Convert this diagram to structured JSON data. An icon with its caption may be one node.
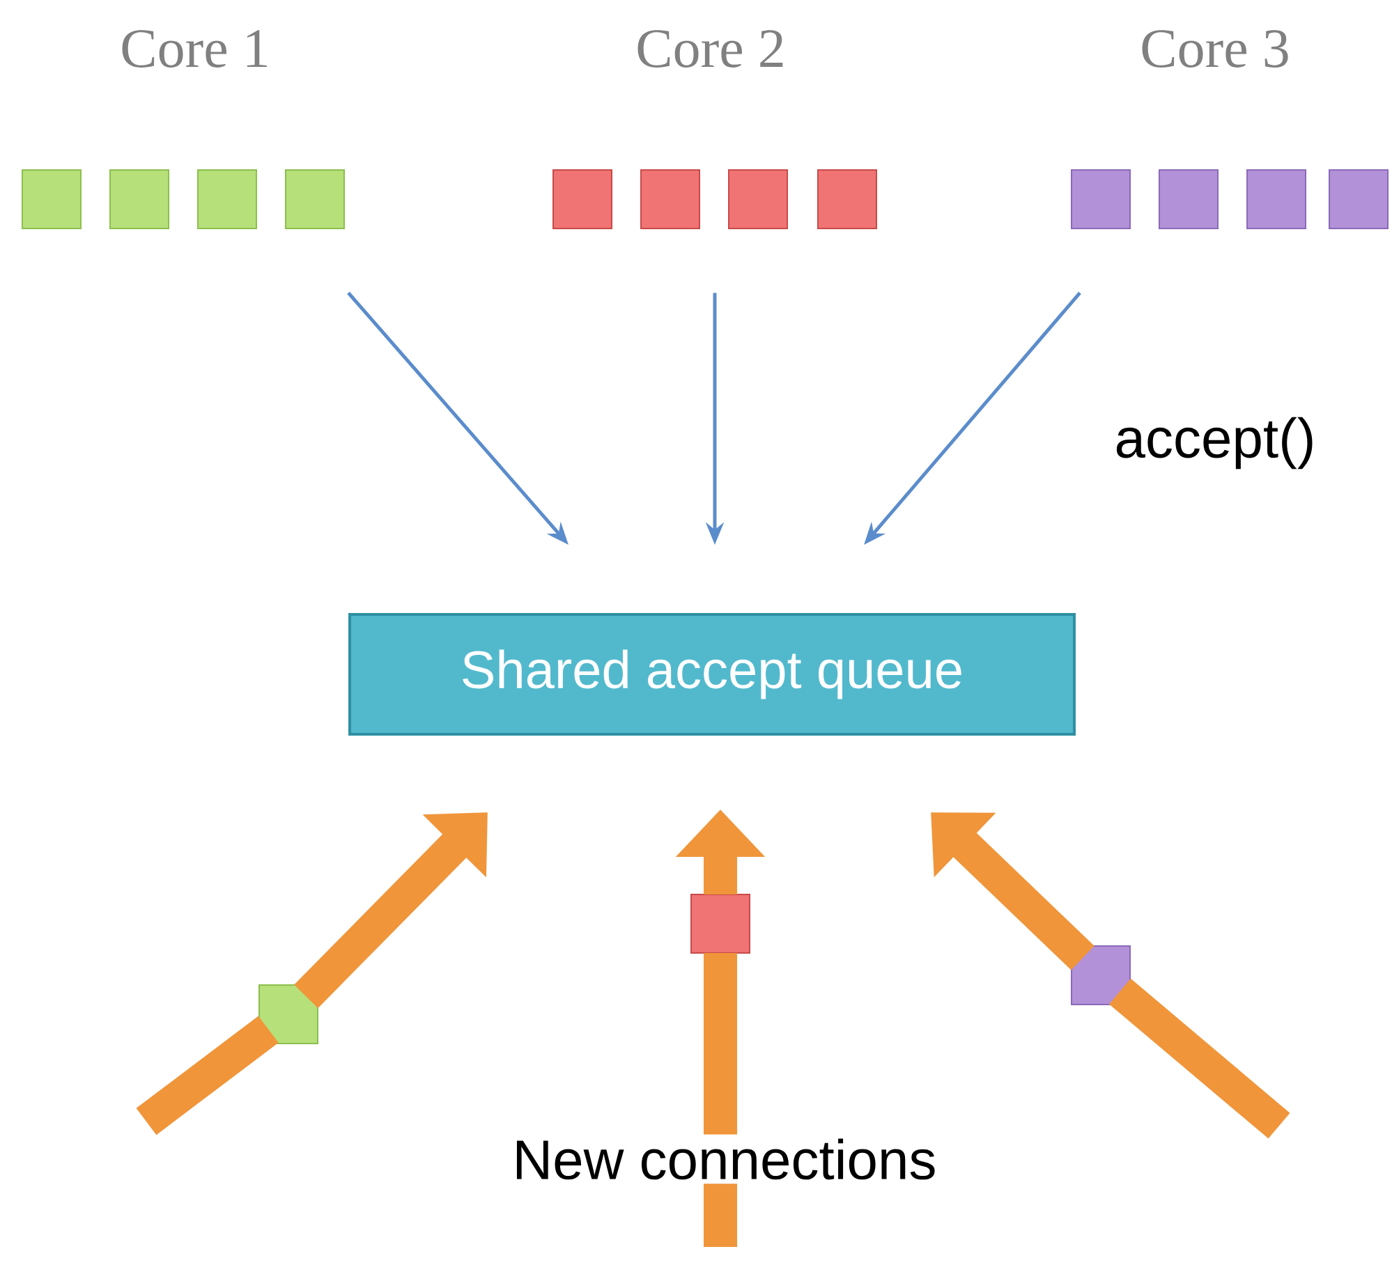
{
  "diagram": {
    "nodes": [
      {
        "text": [
          "Core 1"
        ]
      },
      {
        "text": [
          "Core 2"
        ]
      },
      {
        "text": [
          "Core 3"
        ]
      },
      {
        "text": [
          "Shared accept queue"
        ]
      },
      {
        "text": [],
        "shape": "box"
      },
      {
        "text": [],
        "shape": "box"
      },
      {
        "text": [],
        "shape": "box"
      }
    ],
    "edges": [
      {
        "from": 0,
        "to": 3,
        "arrow": "to"
      },
      {
        "from": 1,
        "to": 3,
        "arrow": "to"
      },
      {
        "from": 2,
        "to": 3,
        "arrow": "to"
      },
      {
        "from": null,
        "to": 3,
        "arrow": "to",
        "style": "thick",
        "color": "#f0953a"
      },
      {
        "from": null,
        "to": 3,
        "arrow": "to",
        "style": "thick",
        "color": "#f0953a"
      },
      {
        "from": null,
        "to": 3,
        "arrow": "to",
        "style": "thick",
        "color": "#f0953a"
      }
    ],
    "labels": [
      "accept()",
      "New connections"
    ]
  }
}
